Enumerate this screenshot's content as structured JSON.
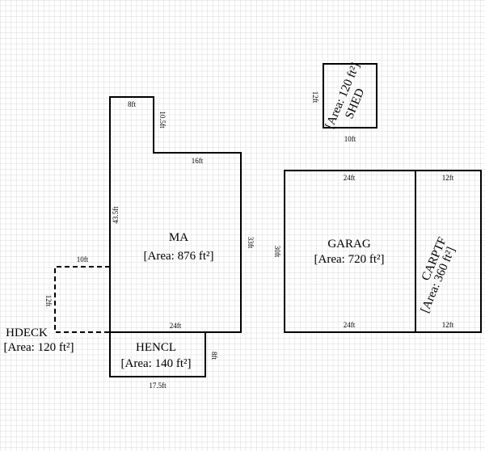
{
  "areas": {
    "ma": {
      "name": "MA",
      "area": "[Area: 876 ft²]",
      "dims": {
        "top_left": "8ft",
        "notch": "10.5ft",
        "step": "16ft",
        "right": "33ft",
        "left": "43.5ft",
        "bottom": "24ft"
      }
    },
    "hencl": {
      "name": "HENCL",
      "area": "[Area: 140 ft²]",
      "dims": {
        "right": "8ft",
        "bottom": "17.5ft"
      }
    },
    "hdeck": {
      "name": "HDECK",
      "area": "[Area: 120 ft²]",
      "dims": {
        "top": "10ft",
        "left": "12ft"
      }
    },
    "shed": {
      "name": "SHED",
      "area": "[Area: 120 ft²]",
      "dims": {
        "left": "12ft",
        "bottom": "10ft"
      }
    },
    "garag": {
      "name": "GARAG",
      "area": "[Area: 720 ft²]",
      "dims": {
        "top": "24ft",
        "bottom": "24ft",
        "left": "30ft"
      }
    },
    "carptf": {
      "name": "CARPTF",
      "area": "[Area: 360 ft²]",
      "dims": {
        "top": "12ft",
        "bottom": "12ft"
      }
    }
  },
  "colors": {
    "grid": "#d9d9d9",
    "lines": "#000000"
  }
}
